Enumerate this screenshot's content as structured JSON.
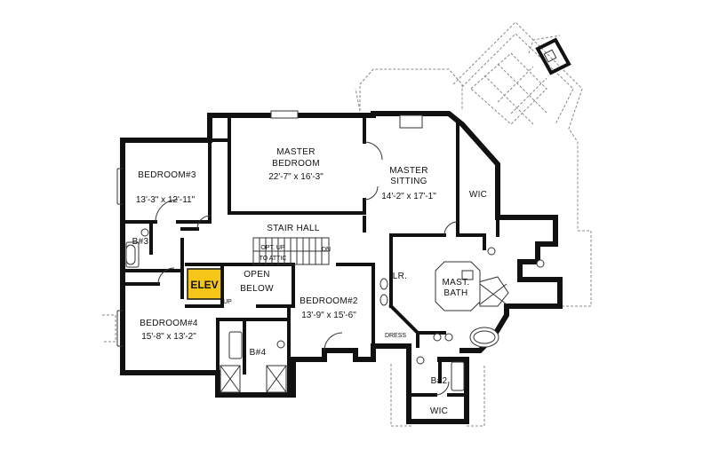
{
  "rooms": {
    "master_bedroom": {
      "name_line1": "MASTER",
      "name_line2": "BEDROOM",
      "dims": "22'-7\" x 16'-3\""
    },
    "master_sitting": {
      "name_line1": "MASTER",
      "name_line2": "SITTING",
      "dims": "14'-2\" x 17'-1\""
    },
    "bedroom3": {
      "name": "BEDROOM#3",
      "dims": "13'-3\" x 12'-11\""
    },
    "bedroom4": {
      "name": "BEDROOM#4",
      "dims": "15'-8\" x 13'-2\""
    },
    "bedroom2": {
      "name": "BEDROOM#2",
      "dims": "13'-9\" x 15'-6\""
    },
    "stair_hall": "STAIR HALL",
    "wic_master": "WIC",
    "wic2": "WIC",
    "mast_bath_line1": "MAST.",
    "mast_bath_line2": "BATH",
    "lr": "LR.",
    "b3": "B#3",
    "b4": "B#4",
    "b2": "B#2",
    "elev": "ELEV",
    "open_below_line1": "OPEN",
    "open_below_line2": "BELOW",
    "dress": "DRESS",
    "opt_up_line1": "OPT. UP",
    "opt_up_line2": "TO ATTIC",
    "dn": "DN",
    "up": "UP"
  },
  "colors": {
    "elevator": "#f5c518",
    "walls": "#111111"
  }
}
